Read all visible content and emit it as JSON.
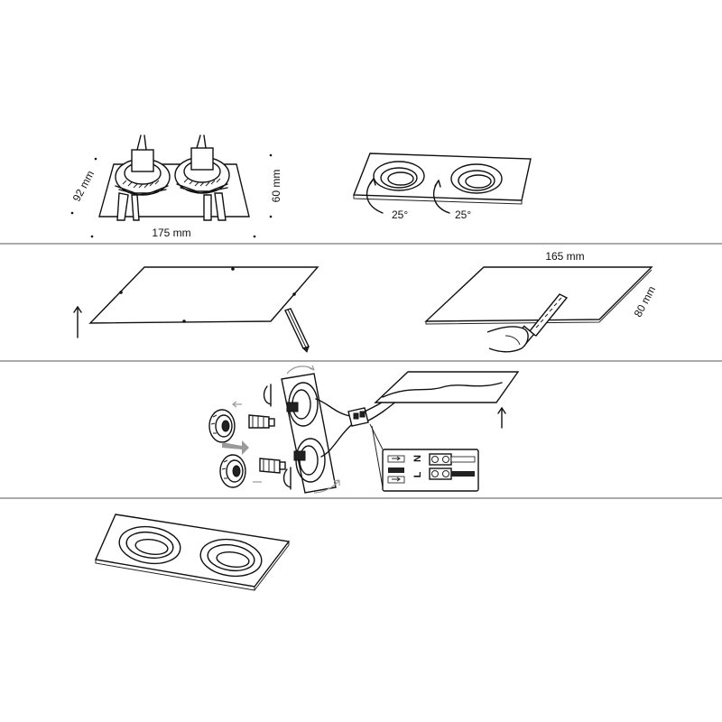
{
  "step1": {
    "depth_label": "92 mm",
    "width_label": "175 mm",
    "height_label": "60 mm",
    "tilt_left_label": "25°",
    "tilt_right_label": "25°"
  },
  "step2": {
    "cutout_width_label": "165 mm",
    "cutout_depth_label": "80 mm"
  },
  "step3": {
    "terminal_n_label": "N",
    "terminal_l_label": "L"
  },
  "colors": {
    "line": "#111111",
    "arrow_grey": "#9a9a9a"
  }
}
